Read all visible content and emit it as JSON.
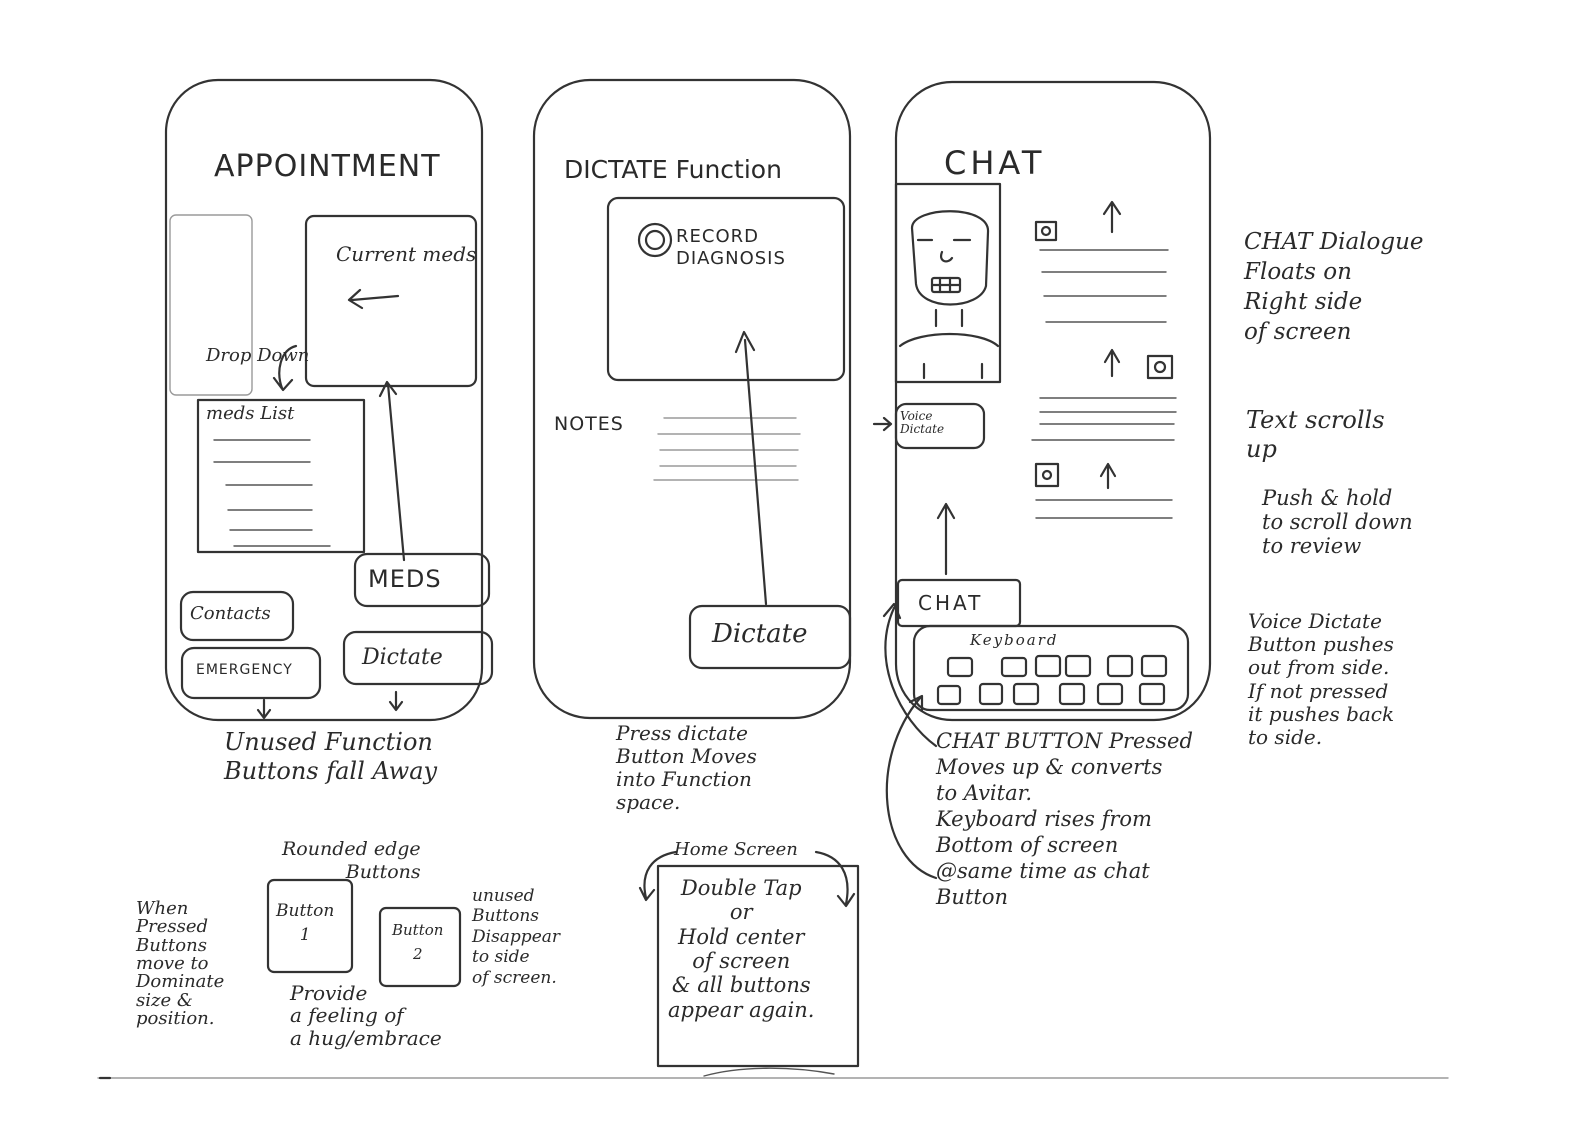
{
  "screen1": {
    "title": "APPOINTMENT",
    "current_meds": "Current meds",
    "drop_down": "Drop Down",
    "meds_list": "meds List",
    "meds_button": "MEDS",
    "contacts_button": "Contacts",
    "emergency_button": "EMERGENCY",
    "dictate_button": "Dictate",
    "caption": "Unused Function\nButtons fall Away"
  },
  "screen2": {
    "title": "DICTATE Function",
    "record_label": "RECORD\nDIAGNOSIS",
    "notes_label": "NOTES",
    "dictate_button": "Dictate",
    "caption": "Press dictate\nButton Moves\ninto Function\nspace."
  },
  "screen3": {
    "title": "CHAT",
    "voice_dictate": "Voice\nDictate",
    "chat_button": "CHAT",
    "keyboard_label": "Keyboard",
    "caption": "CHAT BUTTON Pressed\nMoves up & converts\nto Avitar.\nKeyboard rises from\nBottom of screen\n@same time as chat\nButton"
  },
  "side_notes": {
    "chat_dialogue": "CHAT Dialogue\nFloats on\nRight side\nof screen",
    "text_scrolls": "Text scrolls\nup",
    "push_hold": "Push & hold\nto scroll down\nto review",
    "voice_dictate": "Voice Dictate\nButton pushes\nout from side.\nIf not pressed\nit pushes back\nto side."
  },
  "bottom": {
    "rounded_edge": "Rounded edge\nButtons",
    "button1": "Button\n1",
    "button2": "Button\n2",
    "unused_buttons": "unused\nButtons\nDisappear\nto side\nof screen.",
    "when_pressed": "When\nPressed\nButtons\nmove to\nDominate\nsize &\nposition.",
    "provide_hug": "Provide\na feeling of\na hug/embrace",
    "home_screen": "Home Screen",
    "double_tap": "Double Tap\nor\nHold center\nof screen\n& all buttons\nappear again."
  }
}
